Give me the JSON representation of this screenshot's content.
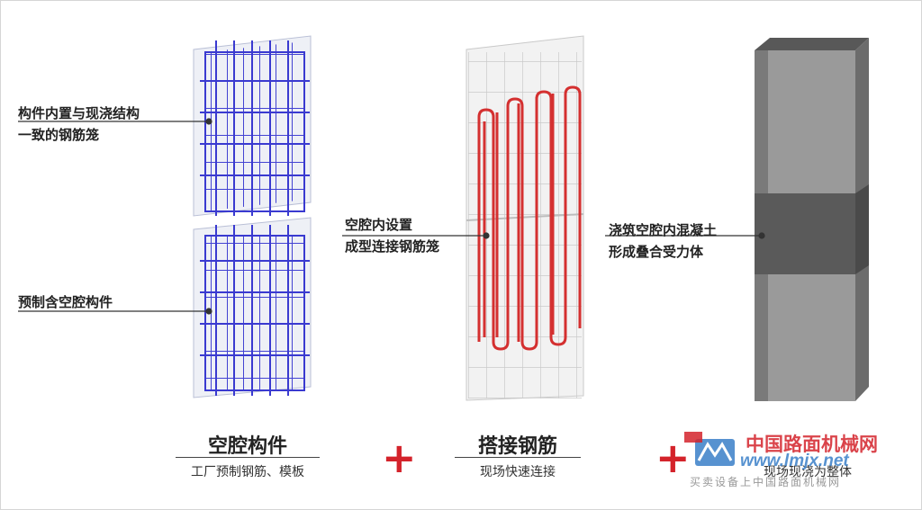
{
  "callouts": [
    {
      "line1": "构件内置与现浇结构",
      "line2": "一致的钢筋笼"
    },
    {
      "line1": "预制含空腔构件"
    },
    {
      "line1": "空腔内设置",
      "line2": "成型连接钢筋笼"
    },
    {
      "line1": "浇筑空腔内混凝土",
      "line2": "形成叠合受力体"
    }
  ],
  "steps": [
    {
      "title": "空腔构件",
      "subtitle": "工厂预制钢筋、模板"
    },
    {
      "title": "搭接钢筋",
      "subtitle": "现场快速连接"
    },
    {
      "title": "",
      "subtitle": "现场现浇为整体"
    }
  ],
  "plus": "+",
  "watermark": {
    "brand": "中国路面机械网",
    "url": "www.lmjx.net",
    "slogan": "买卖设备上中国路面机械网"
  },
  "colors": {
    "rebar_blue": "#3a3ad0",
    "rebar_red": "#d43030",
    "plus_red": "#d4232b",
    "concrete_grey": "#9a9a9a"
  }
}
